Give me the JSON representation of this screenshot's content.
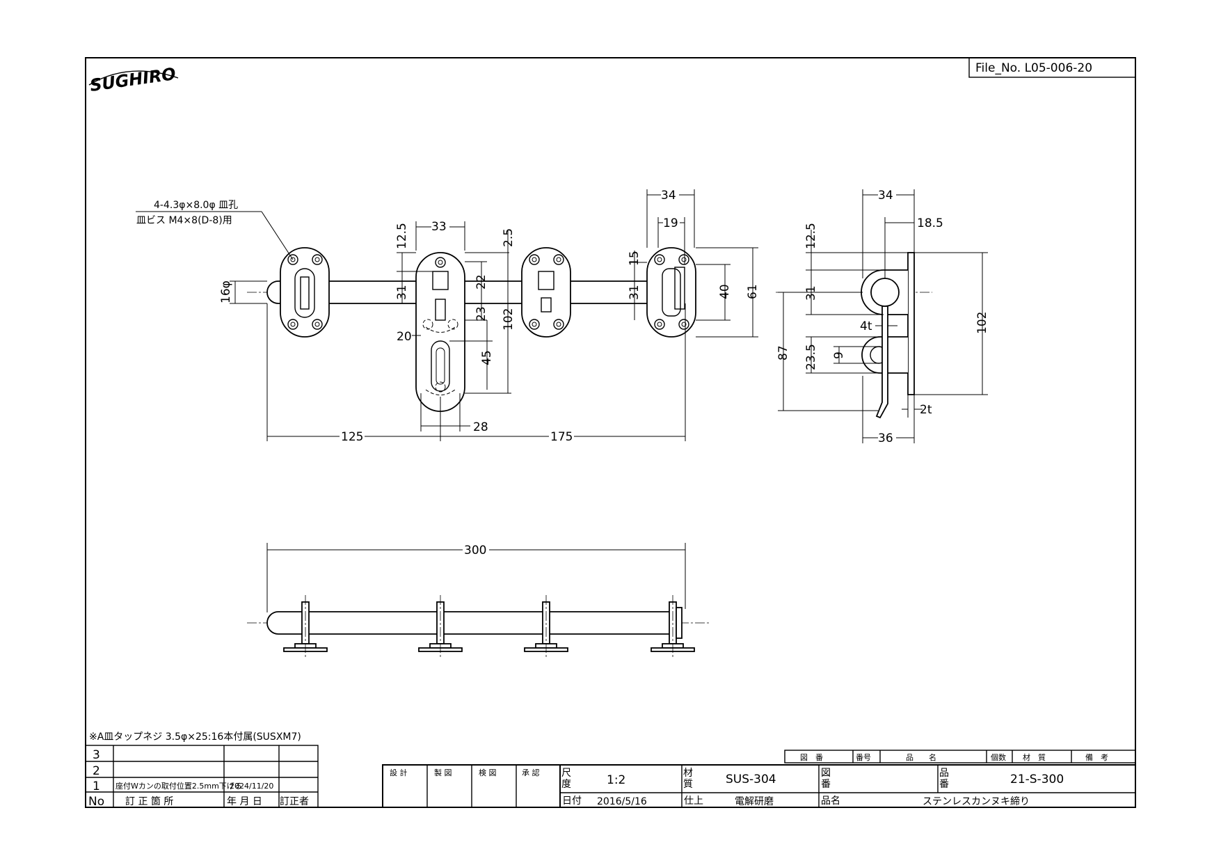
{
  "header": {
    "logo": "SUGHIRO",
    "file_no": "File_No. L05-006-20"
  },
  "notes": {
    "hole_spec_1": "4-4.3φ×8.0φ 皿孔",
    "hole_spec_2": "皿ビス M4×8(D-8)用",
    "screw_note": "※A皿タップネジ 3.5φ×25:16本付属(SUSXM7)"
  },
  "front_view": {
    "dims": {
      "d33": "33",
      "d34": "34",
      "d19": "19",
      "d12_5": "12.5",
      "d2_5": "2.5",
      "d22": "22",
      "d15": "15",
      "d16phi": "16φ",
      "d31a": "31",
      "d23": "23",
      "d102": "102",
      "d31b": "31",
      "d40": "40",
      "d61": "61",
      "d20": "20",
      "d45": "45",
      "d28": "28",
      "d125": "125",
      "d175": "175"
    }
  },
  "side_view": {
    "dims": {
      "d34": "34",
      "d18_5": "18.5",
      "d12_5": "12.5",
      "d31": "31",
      "d4t": "4t",
      "d87": "87",
      "d23_5": "23.5",
      "d9": "9",
      "d102": "102",
      "d2t": "2t",
      "d36": "36"
    }
  },
  "top_view": {
    "dims": {
      "d300": "300"
    }
  },
  "revision_table": {
    "rows": [
      {
        "no": "3",
        "desc": "",
        "date": "",
        "by": ""
      },
      {
        "no": "2",
        "desc": "",
        "date": "",
        "by": ""
      },
      {
        "no": "1",
        "desc": "座付Wカンの取付位置2.5mm下げる",
        "date": "2024/11/20",
        "by": ""
      }
    ],
    "header": {
      "no": "No",
      "desc": "訂 正 箇 所",
      "date": "年 月 日",
      "by": "訂正者"
    }
  },
  "title_block": {
    "sign_labels": [
      "設 計",
      "製 図",
      "検 図",
      "承 認"
    ],
    "scale_label_1": "尺",
    "scale_label_2": "度",
    "scale": "1:2",
    "material_label_1": "材",
    "material_label_2": "質",
    "material": "SUS-304",
    "drawing_no_label_1": "図",
    "drawing_no_label_2": "番",
    "part_no_label_1": "品",
    "part_no_label_2": "番",
    "part_no": "21-S-300",
    "date_label": "日付",
    "date": "2016/5/16",
    "finish_label": "仕上",
    "finish": "電解研磨",
    "name_label": "品名",
    "name": "ステンレスカンヌキ締り",
    "bom_header": [
      "図　番",
      "番号",
      "品　　名",
      "個数",
      "材　質",
      "備　考"
    ]
  }
}
